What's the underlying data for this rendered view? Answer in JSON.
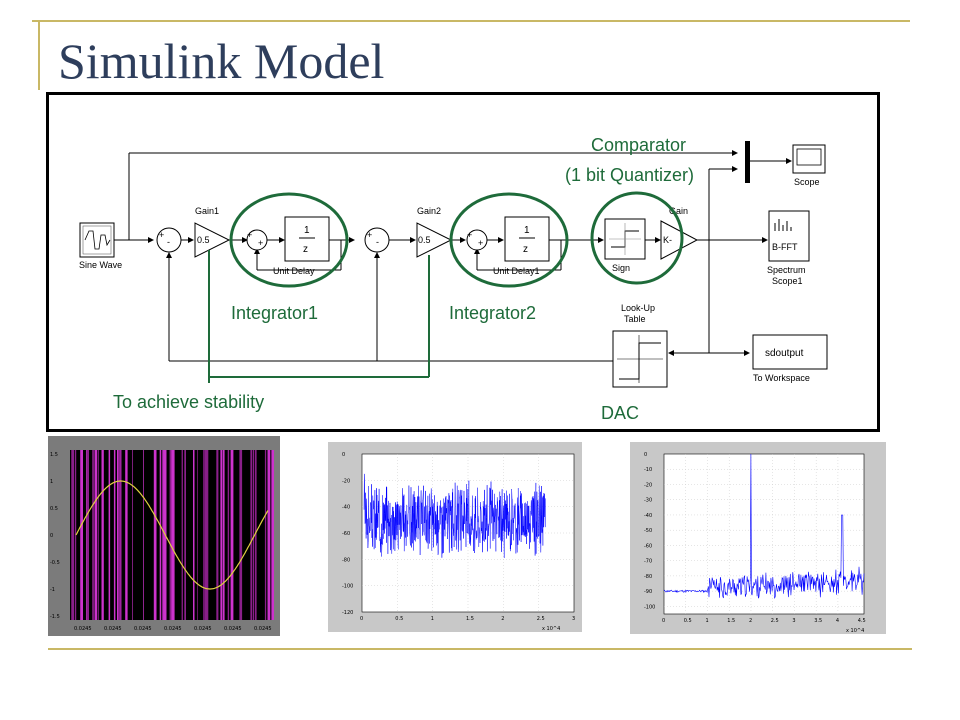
{
  "slide": {
    "title": "Simulink Model"
  },
  "blocks": {
    "sine_wave": "Sine Wave",
    "gain1_title": "Gain1",
    "gain1_value": "0.5",
    "unit_delay_num": "1",
    "unit_delay_den": "z",
    "unit_delay": "Unit Delay",
    "gain2_title": "Gain2",
    "gain2_value": "0.5",
    "unit_delay1_num": "1",
    "unit_delay1_den": "z",
    "unit_delay1": "Unit Delay1",
    "sign": "Sign",
    "gain_title": "Gain",
    "gain_value": "K-",
    "scope": "Scope",
    "bfft": "B-FFT",
    "spectrum_line1": "Spectrum",
    "spectrum_line2": "Scope1",
    "lookup_line1": "Look-Up",
    "lookup_line2": "Table",
    "sdoutput": "sdoutput",
    "to_workspace": "To Workspace",
    "sum_plus": "+",
    "sum_minus": "-"
  },
  "annotations": {
    "comparator_line1": "Comparator",
    "comparator_line2": "(1 bit Quantizer)",
    "integrator1": "Integrator1",
    "integrator2": "Integrator2",
    "stability": "To achieve stability",
    "dac": "DAC"
  },
  "colors": {
    "annotation": "#1e6b3a",
    "title": "#2e3e5c",
    "accent_rule": "#c9b865",
    "trace_blue": "#0000ff",
    "scope_magenta": "#cc33cc",
    "sine_yellow": "#e0d040"
  },
  "chart_data": [
    {
      "type": "line",
      "yticks": [
        "1.5",
        "1",
        "0.5",
        "0",
        "-0.5",
        "-1",
        "-1.5"
      ],
      "xticks": [
        "0.0245",
        "0.0245",
        "0.0245",
        "0.0245",
        "0.0245",
        "0.0245",
        "0.0245"
      ],
      "ylim": [
        -1.5,
        1.5
      ],
      "series": [
        {
          "values": [
            0,
            0.5,
            0.87,
            1,
            0.87,
            0.5,
            0,
            -0.5,
            -0.87,
            -1,
            -0.87,
            -0.5,
            0,
            0.45
          ]
        }
      ]
    },
    {
      "type": "line",
      "yticks": [
        "0",
        "-20",
        "-40",
        "-60",
        "-80",
        "-100",
        "-120"
      ],
      "xticks": [
        "0",
        "0.5",
        "1",
        "1.5",
        "2",
        "2.5",
        "3"
      ],
      "xscale_note": "x 10^4",
      "ylim": [
        -120,
        0
      ],
      "xlim": [
        0,
        3
      ]
    },
    {
      "type": "line",
      "yticks": [
        "0",
        "-10",
        "-20",
        "-30",
        "-40",
        "-50",
        "-60",
        "-70",
        "-80",
        "-90",
        "-100"
      ],
      "xticks": [
        "0",
        "0.5",
        "1",
        "1.5",
        "2",
        "2.5",
        "3",
        "3.5",
        "4",
        "4.5"
      ],
      "xscale_note": "x 10^4",
      "ylim": [
        -105,
        0
      ],
      "xlim": [
        0,
        4.6
      ]
    }
  ]
}
